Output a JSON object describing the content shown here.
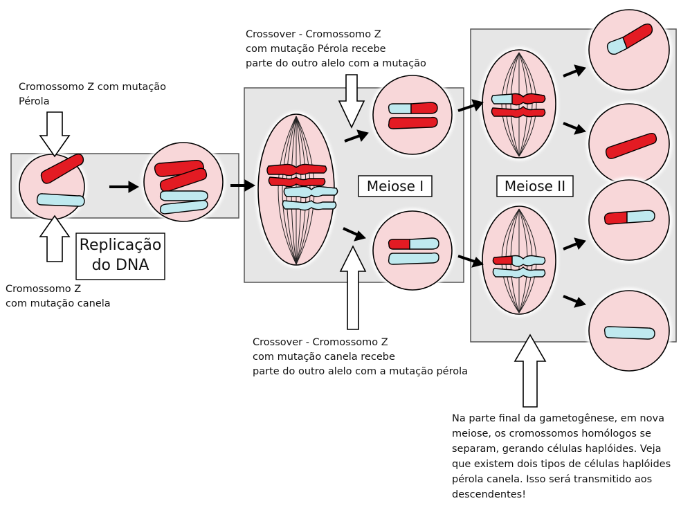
{
  "colors": {
    "panel": "#e6e6e6",
    "cell": "#f8d7d9",
    "red": "#e31b23",
    "blue": "#bfe9ef",
    "outline": "#000000"
  },
  "annotations": {
    "z_perola": "Cromossomo Z com mutação\nPérola",
    "z_canela": "Cromossomo Z\ncom mutação canela",
    "crossover_top": "Crossover - Cromossomo Z\ncom mutação Pérola recebe\nparte do outro alelo com a mutação",
    "crossover_bottom": "Crossover - Cromossomo Z\ncom mutação canela recebe\nparte do outro alelo com a mutação pérola",
    "gametogenese": "Na parte final da gametogênese, em nova\nmeiose, os cromossomos homólogos se\nseparam, gerando células haplóides. Veja\nque existem dois tipos de células haplóides\npérola canela. Isso será transmitido aos\ndescendentes!"
  },
  "stages": {
    "replicacao_line1": "Replicação",
    "replicacao_line2": "do DNA",
    "meiose1": "Meiose I",
    "meiose2": "Meiose II"
  }
}
